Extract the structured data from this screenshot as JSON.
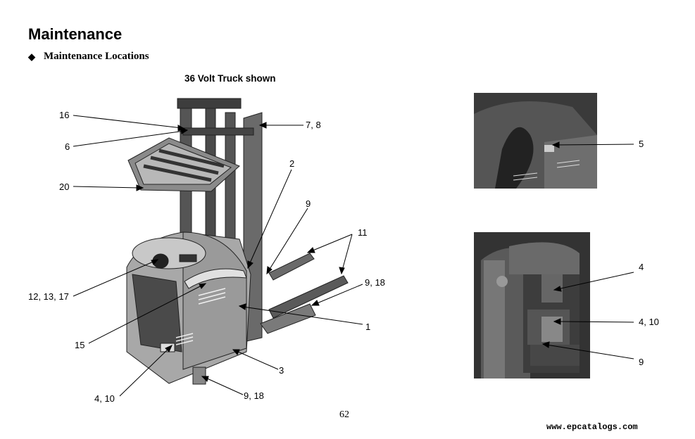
{
  "page": {
    "title": "Maintenance",
    "subtitle": "Maintenance Locations",
    "subtitle_bullet": "◆",
    "caption": "36 Volt Truck shown",
    "page_number": "62",
    "website": "www.epcatalogs.com"
  },
  "callouts": {
    "c16": "16",
    "c6": "6",
    "c20": "20",
    "c7_8": "7, 8",
    "c2": "2",
    "c9_top": "9",
    "c11": "11",
    "c9_18_right": "9, 18",
    "c1": "1",
    "c12_13_17": "12, 13, 17",
    "c15": "15",
    "c3": "3",
    "c4_10_left": "4, 10",
    "c9_18_bottom": "9, 18",
    "c5": "5",
    "c4": "4",
    "c4_10_right": "4, 10",
    "c9_photo": "9"
  }
}
